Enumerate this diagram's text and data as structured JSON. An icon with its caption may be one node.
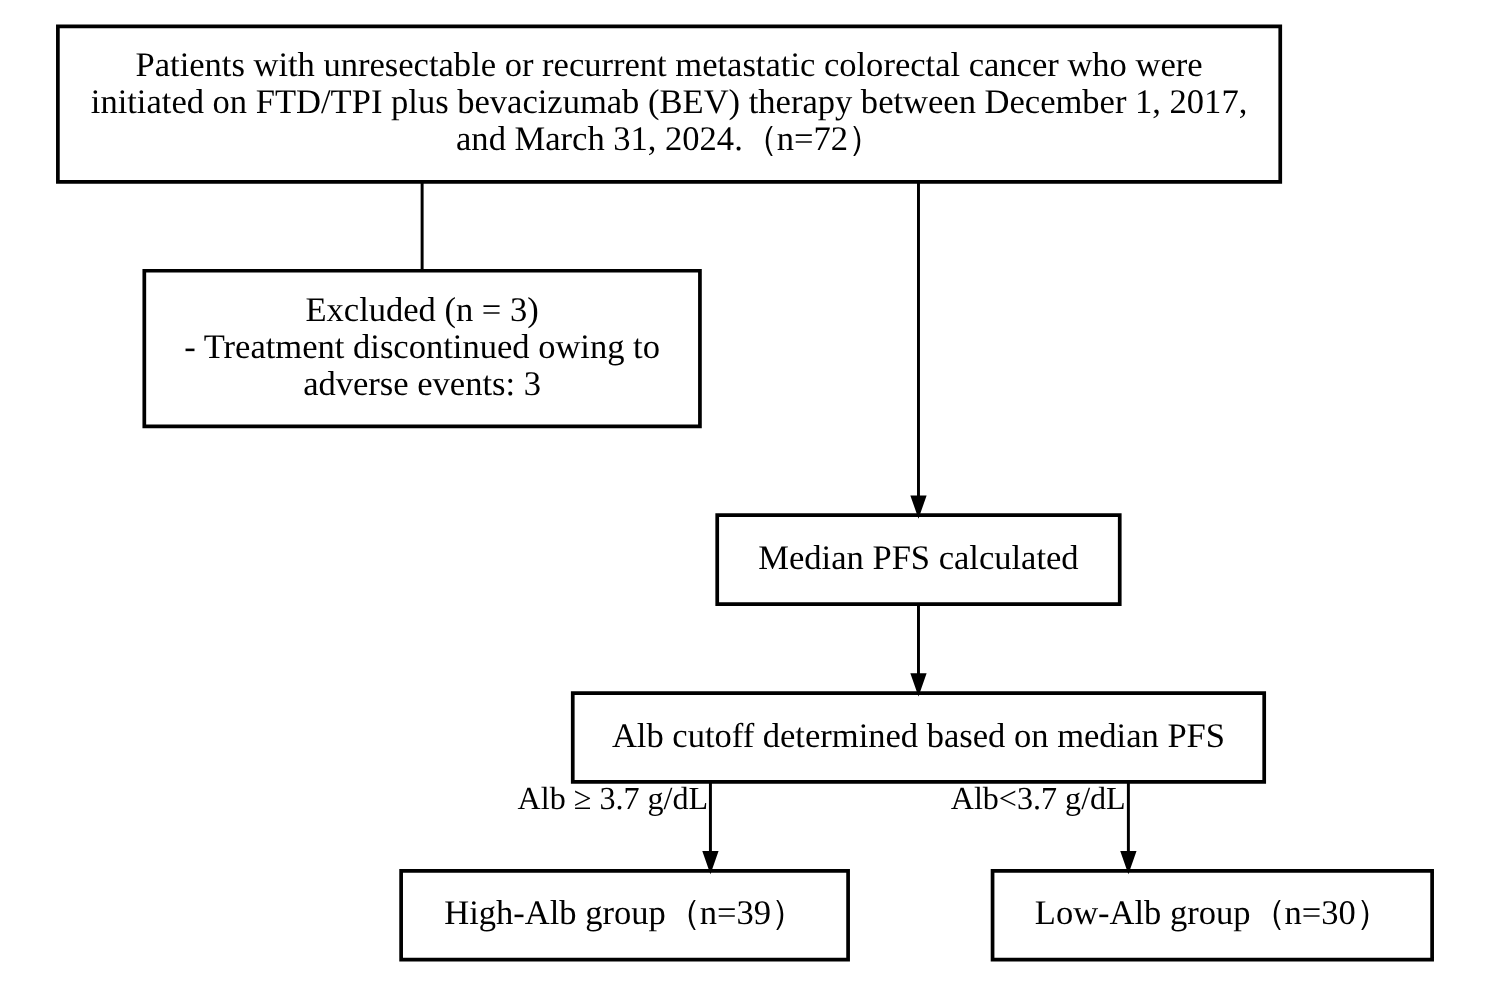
{
  "diagram": {
    "nodes": [
      {
        "text": [
          "Patients with unresectable or recurrent metastatic colorectal cancer who were initiated on FTD/TPI plus bevacizumab (BEV) therapy between December 1, 2017, and March 31, 2024.（n=72）"
        ]
      },
      {
        "text": [
          "Excluded (n = 3)",
          "- Treatment discontinued owing to adverse events: 3"
        ]
      },
      {
        "text": [
          "Median PFS calculated"
        ]
      },
      {
        "text": [
          "Alb cutoff determined based on median PFS"
        ]
      },
      {
        "text": [
          "High-Alb group（n=39）"
        ]
      },
      {
        "text": [
          "Low-Alb group（n=30）"
        ]
      }
    ],
    "edges": [
      {
        "from": 0,
        "to": 1,
        "arrow": "none"
      },
      {
        "from": 0,
        "to": 2,
        "arrow": "to"
      },
      {
        "from": 2,
        "to": 3,
        "arrow": "to"
      },
      {
        "from": 3,
        "to": 4,
        "arrow": "to",
        "label": "Alb ≥ 3.7 g/dL"
      },
      {
        "from": 3,
        "to": 5,
        "arrow": "to",
        "label": "Alb<3.7 g/dL"
      }
    ]
  }
}
